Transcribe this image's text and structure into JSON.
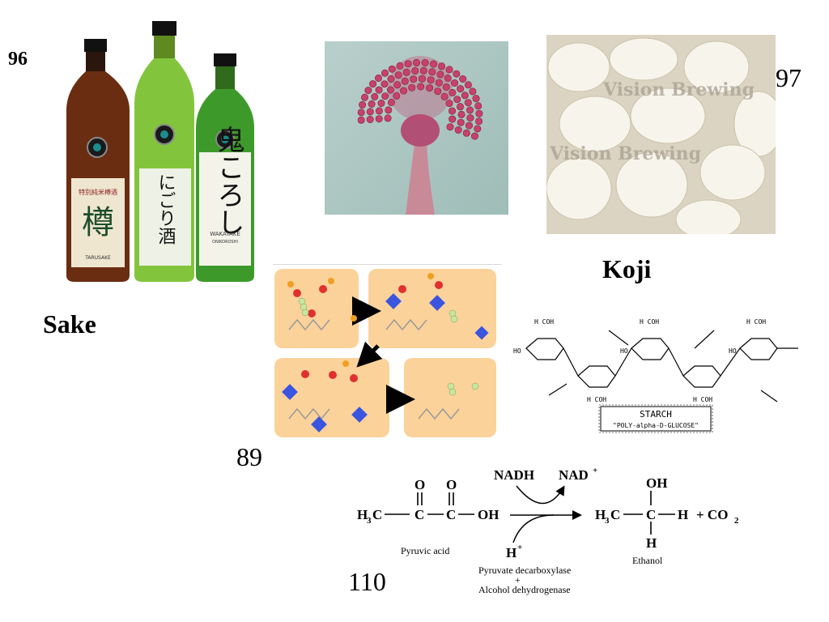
{
  "slide": {
    "number_top_left": "96",
    "number_top_right": "97",
    "number_middle_left": "89",
    "number_bottom": "110",
    "label_sake": "Sake",
    "label_koji": "Koji"
  },
  "bottles": {
    "left_label": "樽",
    "left_small_top": "特別純米樽酒",
    "left_footer": "TARUSAKE",
    "middle_label": "にごり酒",
    "right_label": "鬼ころし",
    "right_brand": "WAKATAKE",
    "right_sub": "ONIKOROSHI"
  },
  "koji_watermark": "Vision Brewing",
  "starch": {
    "title": "STARCH",
    "subtitle": "\"POLY-alpha-D-GLUCOSE\""
  },
  "reaction": {
    "nadh": "NADH",
    "nad": "NAD",
    "nad_sup": "+",
    "h": "H",
    "h_sup": "+",
    "pyruvic_label": "Pyruvic acid",
    "ethanol_label": "Ethanol",
    "enzyme_1": "Pyruvate decarboxylase",
    "plus": "+",
    "enzyme_2": "Alcohol dehydrogenase",
    "co2": "+ CO",
    "co2_sub": "2",
    "oh": "OH",
    "o1": "O",
    "o2": "O",
    "h3c_left": "H",
    "h3c_left_sub": "3",
    "h3c_left_c": "C",
    "c1": "C",
    "c2": "C",
    "oh_end": "OH",
    "h3c_right": "H",
    "h3c_right_sub": "3",
    "h3c_right_c": "C",
    "c_right": "C",
    "h_right": "H",
    "h_bottom": "H"
  }
}
